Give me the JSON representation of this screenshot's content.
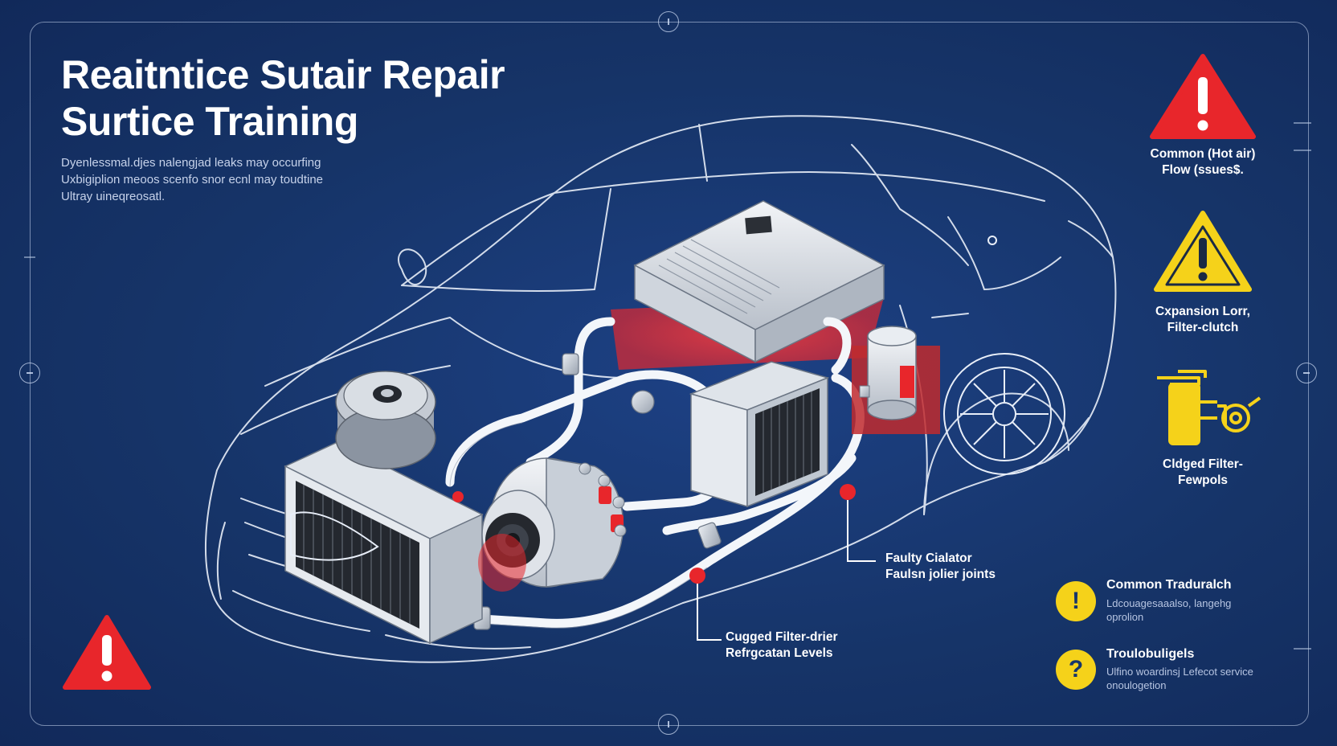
{
  "title": {
    "line1": "Reaitntice Sutair Repair",
    "line2": "Surtice Training"
  },
  "description": {
    "line1": "Dyenlessmal.djes nalengjad leaks may occurfing",
    "line2": "Uxbigiplion meoos scenfo snor ecnl may toudtine",
    "line3": "Ultray uineqreosatl."
  },
  "colors": {
    "background": "#16356b",
    "accent_red": "#e8262b",
    "accent_yellow": "#f5d21a",
    "line_white": "#e8eef8"
  },
  "warnings": [
    {
      "icon": "red-warning-triangle-icon",
      "line1": "Common (Hot air)",
      "line2": "Flow (ssues$."
    },
    {
      "icon": "yellow-warning-triangle-icon",
      "line1": "Cxpansion Lorr,",
      "line2": "Filter-clutch"
    },
    {
      "icon": "filter-drier-icon",
      "line1": "Cldged Filter-",
      "line2": "Fewpols"
    }
  ],
  "callouts": {
    "radiator": {
      "line1": "Faulty Cialator",
      "line2": "Faulsn  jolier joints"
    },
    "filter": {
      "line1": "Cugged Filter-drier",
      "line2": "Refrgcatan Levels"
    }
  },
  "troubleshooting": [
    {
      "icon": "exclamation-icon",
      "glyph": "!",
      "title": "Common Traduralch",
      "sub1": "Ldcouagesaaalso, langehg",
      "sub2": "oprolion"
    },
    {
      "icon": "question-icon",
      "glyph": "?",
      "title": "Troulobuligels",
      "sub1": "Ulfino woardinsj Lefecot service",
      "sub2": "onoulogetion"
    }
  ]
}
